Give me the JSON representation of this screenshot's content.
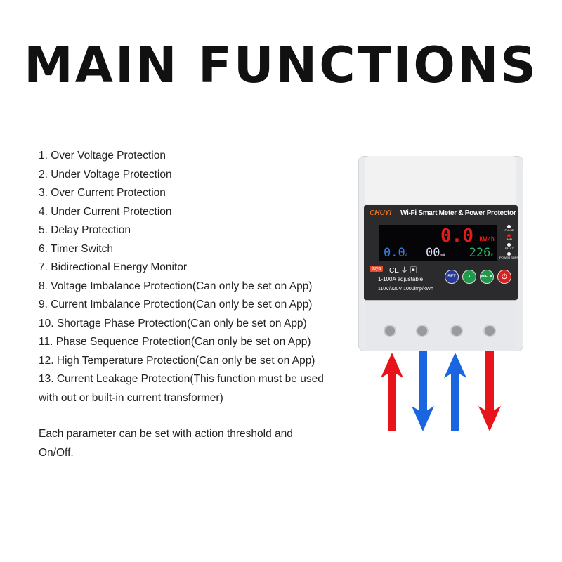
{
  "title": "MAIN FUNCTIONS",
  "functions": [
    "1. Over Voltage Protection",
    "2. Under Voltage Protection",
    "3. Over Current Protection",
    "4. Under Current Protection",
    "5. Delay Protection",
    "6. Timer Switch",
    "7. Bidirectional Energy Monitor",
    "8. Voltage Imbalance Protection(Can only be set on App)",
    "9. Current Imbalance Protection(Can only be set on App)",
    "10. Shortage Phase Protection(Can only be set on App)",
    "11. Phase Sequence Protection(Can only be set on App)",
    "12. High Temperature Protection(Can only be set on App)",
    "13. Current Leakage Protection(This function must be used",
    "with out or built-in current transformer)"
  ],
  "note": "Each parameter can be set with action threshold and On/Off.",
  "device": {
    "brand": "CHUYI",
    "panel_title": "Wi-Fi Smart Meter & Power Protector",
    "energy": "0.0",
    "energy_unit": "KW/h",
    "current": "0.0",
    "current_unit": "A",
    "leakage": "00",
    "leakage_unit": "mA",
    "voltage": "226",
    "voltage_unit": "V",
    "leds": [
      "PULSE",
      "WIFI",
      "FAULT",
      "POWER SUPPLY"
    ],
    "tuya": "tuya",
    "cert": "CE ⏚ ▣",
    "spec1": "1-100A adjustable",
    "spec2": "110V/220V 1000imp/kWh",
    "buttons": {
      "set": "SET",
      "up": "▲",
      "wifi": "WIFI ▼",
      "power": "⏻"
    }
  },
  "colors": {
    "red": "#e8141b",
    "blue": "#1a66e0"
  }
}
